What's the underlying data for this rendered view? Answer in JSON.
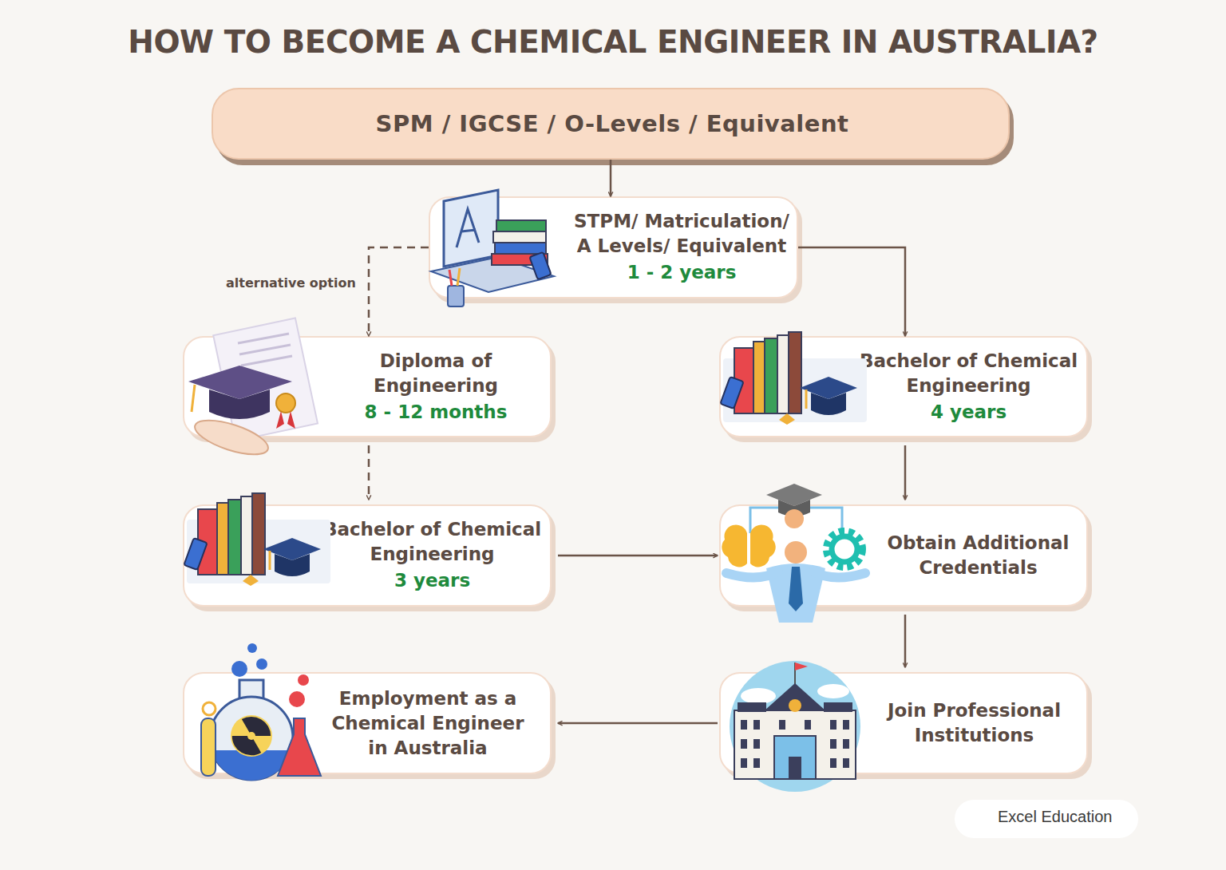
{
  "diagram": {
    "title": "HOW TO BECOME A CHEMICAL ENGINEER IN AUSTRALIA?",
    "nodes": [
      {
        "text": [
          "SPM / IGCSE / O-Levels / Equivalent"
        ]
      },
      {
        "text": [
          "STPM/ Matriculation/ A Levels/ Equivalent",
          "1 - 2 years"
        ]
      },
      {
        "text": [
          "Diploma of Engineering",
          "8 - 12 months"
        ]
      },
      {
        "text": [
          "Bachelor of Chemical Engineering",
          "4 years"
        ]
      },
      {
        "text": [
          "Bachelor of Chemical Engineering",
          "3 years"
        ]
      },
      {
        "text": [
          "Obtain Additional Credentials"
        ]
      },
      {
        "text": [
          "Employment as a Chemical Engineer in Australia"
        ]
      },
      {
        "text": [
          "Join Professional Institutions"
        ]
      }
    ],
    "edges": [
      {
        "from": 0,
        "to": 1,
        "arrow": "to"
      },
      {
        "from": 1,
        "to": 2,
        "arrow": "to",
        "label": "alternative option"
      },
      {
        "from": 1,
        "to": 3,
        "arrow": "to"
      },
      {
        "from": 2,
        "to": 4,
        "arrow": "to"
      },
      {
        "from": 3,
        "to": 5,
        "arrow": "to"
      },
      {
        "from": 4,
        "to": 5,
        "arrow": "to"
      },
      {
        "from": 5,
        "to": 7,
        "arrow": "to"
      },
      {
        "from": 7,
        "to": 6,
        "arrow": "to"
      }
    ],
    "labels": [
      "Excel Education"
    ]
  }
}
